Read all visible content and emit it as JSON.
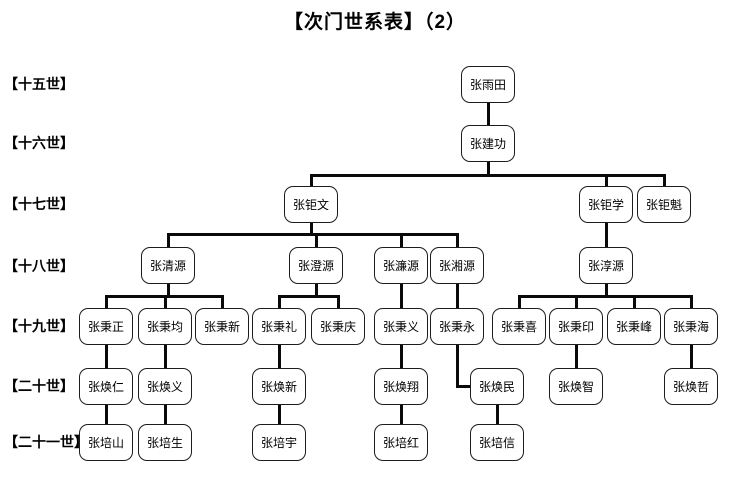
{
  "title": "【次门世系表】（2）",
  "generation_labels": [
    "【十五世】",
    "【十六世】",
    "【十七世】",
    "【十八世】",
    "【十九世】",
    "【二十世】",
    "【二十一世】"
  ],
  "tree": {
    "surname": "张",
    "nodes": [
      {
        "name": "张雨田",
        "gen": 0,
        "children": [
          "张建功"
        ]
      },
      {
        "name": "张建功",
        "gen": 1,
        "children": [
          "张钜文",
          "张钜学",
          "张钜魁"
        ]
      },
      {
        "name": "张钜文",
        "gen": 2,
        "children": [
          "张清源",
          "张澄源",
          "张濂源",
          "张湘源"
        ]
      },
      {
        "name": "张钜学",
        "gen": 2,
        "children": [
          "张淳源"
        ]
      },
      {
        "name": "张钜魁",
        "gen": 2,
        "children": []
      },
      {
        "name": "张清源",
        "gen": 3,
        "children": [
          "张秉正",
          "张秉均",
          "张秉新"
        ]
      },
      {
        "name": "张澄源",
        "gen": 3,
        "children": [
          "张秉礼",
          "张秉庆"
        ]
      },
      {
        "name": "张濂源",
        "gen": 3,
        "children": [
          "张秉义"
        ]
      },
      {
        "name": "张湘源",
        "gen": 3,
        "children": [
          "张秉永"
        ]
      },
      {
        "name": "张淳源",
        "gen": 3,
        "children": [
          "张秉喜",
          "张秉印",
          "张秉峰",
          "张秉海"
        ]
      },
      {
        "name": "张秉正",
        "gen": 4,
        "children": [
          "张焕仁"
        ]
      },
      {
        "name": "张秉均",
        "gen": 4,
        "children": [
          "张焕义"
        ]
      },
      {
        "name": "张秉新",
        "gen": 4,
        "children": []
      },
      {
        "name": "张秉礼",
        "gen": 4,
        "children": [
          "张焕新"
        ]
      },
      {
        "name": "张秉庆",
        "gen": 4,
        "children": []
      },
      {
        "name": "张秉义",
        "gen": 4,
        "children": [
          "张焕翔"
        ]
      },
      {
        "name": "张秉永",
        "gen": 4,
        "children": [
          "张焕民"
        ]
      },
      {
        "name": "张秉喜",
        "gen": 4,
        "children": []
      },
      {
        "name": "张秉印",
        "gen": 4,
        "children": [
          "张焕智"
        ]
      },
      {
        "name": "张秉峰",
        "gen": 4,
        "children": []
      },
      {
        "name": "张秉海",
        "gen": 4,
        "children": [
          "张焕哲"
        ]
      },
      {
        "name": "张焕仁",
        "gen": 5,
        "children": [
          "张培山"
        ]
      },
      {
        "name": "张焕义",
        "gen": 5,
        "children": [
          "张培生"
        ]
      },
      {
        "name": "张焕新",
        "gen": 5,
        "children": [
          "张培宇"
        ]
      },
      {
        "name": "张焕翔",
        "gen": 5,
        "children": [
          "张培红"
        ]
      },
      {
        "name": "张焕民",
        "gen": 5,
        "children": [
          "张培信"
        ]
      },
      {
        "name": "张焕智",
        "gen": 5,
        "children": []
      },
      {
        "name": "张焕哲",
        "gen": 5,
        "children": []
      },
      {
        "name": "张培山",
        "gen": 6,
        "children": []
      },
      {
        "name": "张培生",
        "gen": 6,
        "children": []
      },
      {
        "name": "张培宇",
        "gen": 6,
        "children": []
      },
      {
        "name": "张培红",
        "gen": 6,
        "children": []
      },
      {
        "name": "张培信",
        "gen": 6,
        "children": []
      }
    ]
  }
}
